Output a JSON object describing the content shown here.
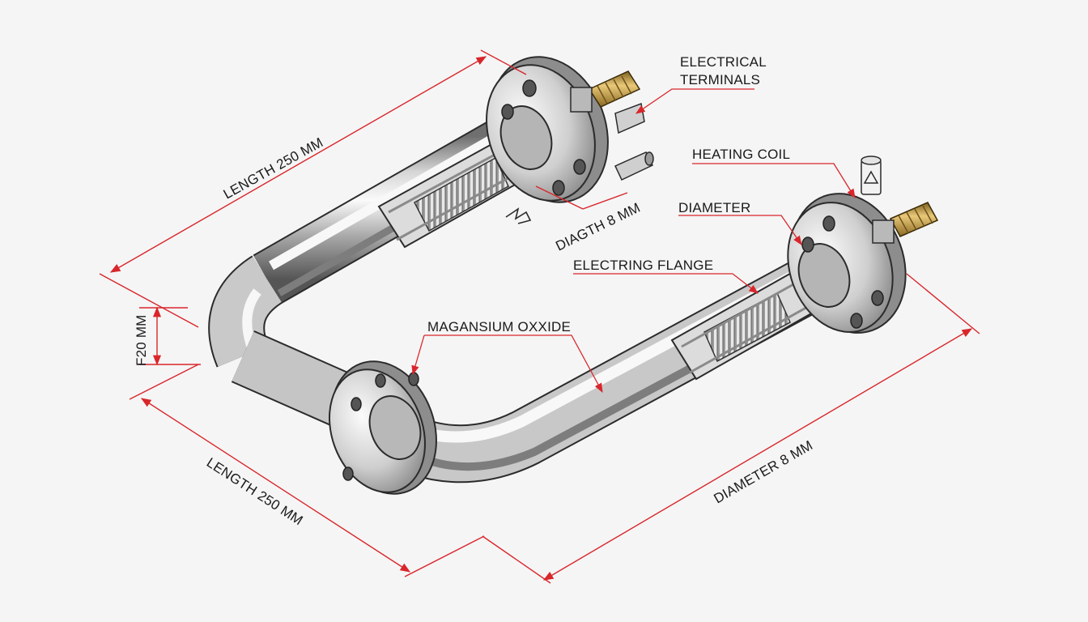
{
  "labels": {
    "electrical_terminals_line1": "ELECTRICAL",
    "electrical_terminals_line2": "TERMINALS",
    "heating_coil": "HEATING COIL",
    "diameter": "DIAMETER",
    "electring_flange": "ELECTRING FLANGE",
    "magansium_oxxide": "MAGANSIUM OXXIDE"
  },
  "dimensions": {
    "length_top": "LENGTH 250 MM",
    "length_bottom": "LENGTH 250 MM",
    "diameter_bottom": "DIAMETER 8 MM",
    "diagth": "DIAGTH 8 MM",
    "f20": "F20 MM"
  },
  "colors": {
    "dimension_red": "#d9262b",
    "steel_light": "#eeeeee",
    "steel_dark": "#7a7a7a",
    "brass": "#c7a24c",
    "background": "#f5f5f5"
  }
}
